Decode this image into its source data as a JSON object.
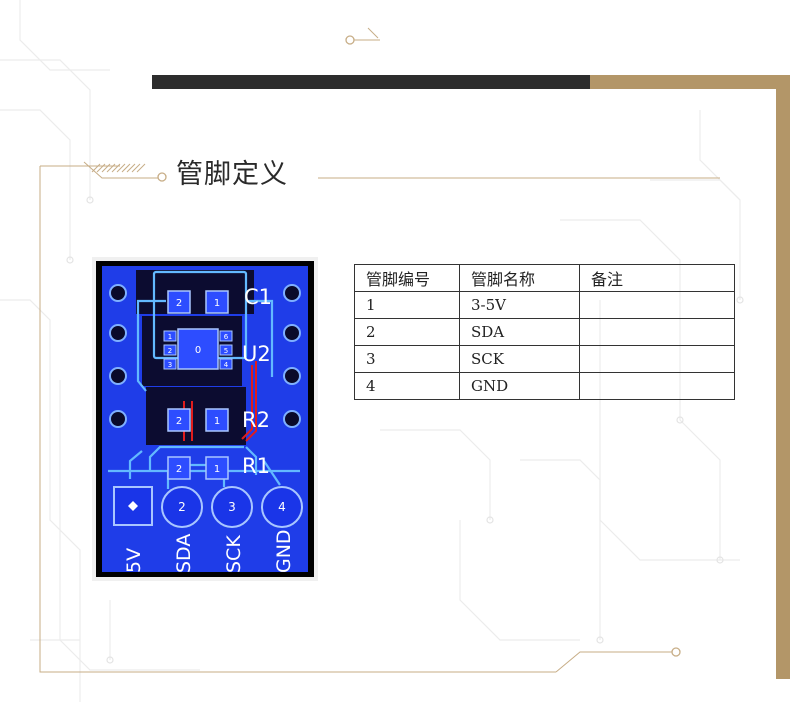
{
  "section": {
    "title": "管脚定义"
  },
  "colors": {
    "accent_gold": "#b39668",
    "bar_dark": "#2d2d2d",
    "board_blue": "#1f3de8",
    "board_black": "#000000",
    "trace_red": "#e01d1d"
  },
  "board": {
    "designators": [
      "C1",
      "U2",
      "R2",
      "R1"
    ],
    "header_pins": [
      {
        "number": "",
        "label": "5V"
      },
      {
        "number": "2",
        "label": "SDA"
      },
      {
        "number": "3",
        "label": "SCK"
      },
      {
        "number": "4",
        "label": "GND"
      }
    ],
    "pad_numbers": {
      "c1_left": "2",
      "c1_right": "1",
      "u2_center": "0",
      "r2_left": "2",
      "r2_right": "1",
      "r1_left": "2",
      "r1_right": "1"
    },
    "u2_pins": [
      "1",
      "2",
      "3",
      "4",
      "5",
      "6"
    ]
  },
  "pin_table": {
    "headers": [
      "管脚编号",
      "管脚名称",
      "备注"
    ],
    "rows": [
      {
        "number": "1",
        "name": "3-5V",
        "note": ""
      },
      {
        "number": "2",
        "name": "SDA",
        "note": ""
      },
      {
        "number": "3",
        "name": "SCK",
        "note": ""
      },
      {
        "number": "4",
        "name": "GND",
        "note": ""
      }
    ]
  }
}
